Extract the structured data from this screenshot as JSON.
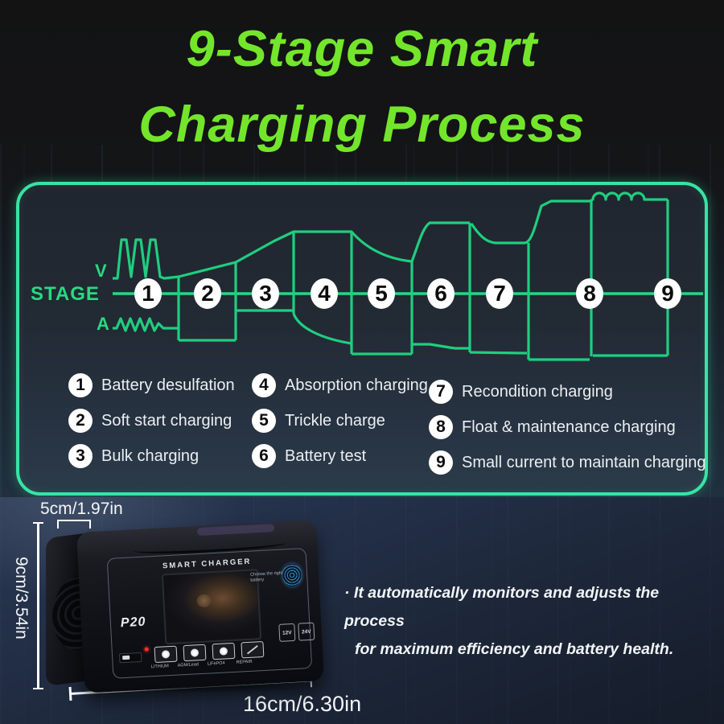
{
  "title": {
    "line1": "9-Stage Smart",
    "line2": "Charging Process"
  },
  "colors": {
    "title_green": "#73e62c",
    "panel_border_green": "#38e3a5",
    "waveform_green": "#1fce7f",
    "axis_label_green": "#29d981"
  },
  "diagram": {
    "v_label": "V",
    "stage_label": "STAGE",
    "a_label": "A",
    "stages": [
      "1",
      "2",
      "3",
      "4",
      "5",
      "6",
      "7",
      "8",
      "9"
    ]
  },
  "legend": {
    "items": [
      {
        "num": "1",
        "label": "Battery desulfation"
      },
      {
        "num": "2",
        "label": "Soft start charging"
      },
      {
        "num": "3",
        "label": "Bulk charging"
      },
      {
        "num": "4",
        "label": "Absorption charging"
      },
      {
        "num": "5",
        "label": "Trickle charge"
      },
      {
        "num": "6",
        "label": "Battery test"
      },
      {
        "num": "7",
        "label": "Recondition charging"
      },
      {
        "num": "8",
        "label": "Float & maintenance charging"
      },
      {
        "num": "9",
        "label": "Small current to maintain charging"
      }
    ]
  },
  "product": {
    "dimensions": {
      "top": "5cm/1.97in",
      "left": "9cm/3.54in",
      "bottom": "16cm/6.30in"
    },
    "device": {
      "name": "SMART  CHARGER",
      "model": "P20",
      "hint": "Choose the right battery",
      "modes": [
        "LITHIUM",
        "AGM/Lead",
        "LiFePO4",
        "REPAIR"
      ],
      "badges": [
        "12V",
        "24V"
      ]
    },
    "caption": {
      "line1": "· It automatically monitors and adjusts the process",
      "line2": "for maximum efficiency and battery health."
    }
  }
}
